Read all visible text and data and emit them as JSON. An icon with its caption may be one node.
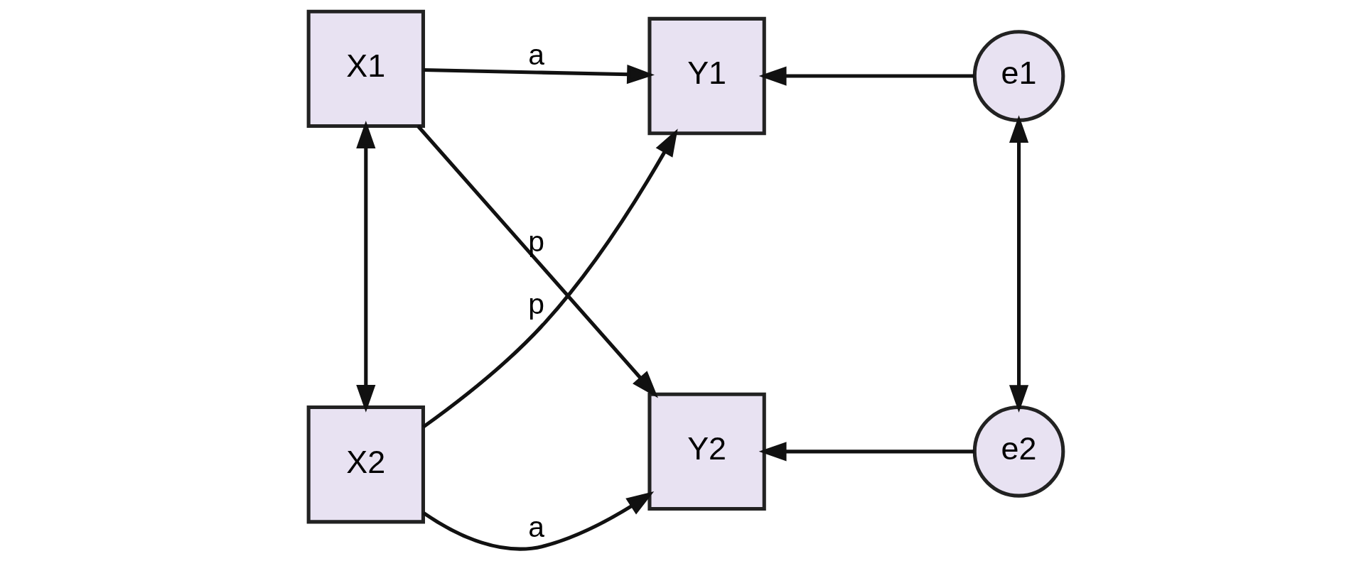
{
  "diagram": {
    "nodes": [
      {
        "text": [
          "X1"
        ]
      },
      {
        "text": [
          "Y1"
        ]
      },
      {
        "text": [
          "e1"
        ]
      },
      {
        "text": [
          "X2"
        ]
      },
      {
        "text": [
          "Y2"
        ]
      },
      {
        "text": [
          "e2"
        ]
      }
    ],
    "edges": [
      {
        "from": 0,
        "to": 1,
        "arrow": "to",
        "label": "a"
      },
      {
        "from": 0,
        "to": 4,
        "arrow": "to",
        "label": "p"
      },
      {
        "from": 3,
        "to": 1,
        "arrow": "to",
        "label": "p"
      },
      {
        "from": 3,
        "to": 4,
        "arrow": "to",
        "label": "a"
      },
      {
        "from": 2,
        "to": 1,
        "arrow": "to"
      },
      {
        "from": 5,
        "to": 4,
        "arrow": "to"
      },
      {
        "from": 0,
        "to": 3,
        "arrow": "both"
      },
      {
        "from": 2,
        "to": 5,
        "arrow": "both"
      }
    ]
  }
}
